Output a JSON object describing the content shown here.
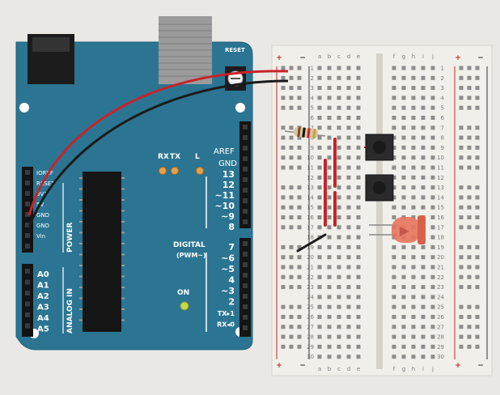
{
  "arduino": {
    "reset_label": "RESET",
    "led_labels": [
      "RX",
      "TX",
      "L"
    ],
    "on_label": "ON",
    "aref_label": "AREF",
    "gnd_label": "GND",
    "digital_top_pins": [
      "13",
      "12",
      "~11",
      "~10",
      "~9",
      "8"
    ],
    "digital_bottom_pins": [
      "7",
      "~6",
      "~5",
      "4",
      "~3",
      "2",
      "TX▸1",
      "RX◂0"
    ],
    "digital_label": "DIGITAL",
    "pwm_label": "(PWM~)",
    "power_pins": [
      "IOREF",
      "RESET",
      "3V3",
      "5V",
      "GND",
      "GND",
      "Vin"
    ],
    "power_label": "POWER",
    "analog_pins": [
      "A0",
      "A1",
      "A2",
      "A3",
      "A4",
      "A5"
    ],
    "analog_label": "ANALOG IN"
  },
  "breadboard": {
    "columns_left": [
      "a",
      "b",
      "c",
      "d",
      "e"
    ],
    "columns_right": [
      "f",
      "g",
      "h",
      "i",
      "j"
    ],
    "row_numbers": [
      "1",
      "2",
      "3",
      "4",
      "5",
      "6",
      "7",
      "8",
      "9",
      "10",
      "11",
      "12",
      "13",
      "14",
      "15",
      "16",
      "17",
      "18",
      "19",
      "20",
      "21",
      "22",
      "23",
      "24",
      "25",
      "26",
      "27",
      "28",
      "29",
      "30"
    ],
    "plus_sign": "+",
    "minus_sign": "−"
  },
  "colors": {
    "board": "#2b7593",
    "wire_red": "#c8232a",
    "wire_black": "#1b1b1b",
    "led_red": "#e8735e"
  }
}
